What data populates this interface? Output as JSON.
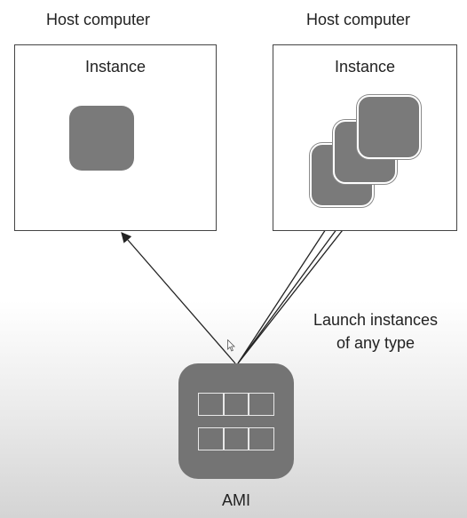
{
  "hosts": [
    {
      "title": "Host computer",
      "instance_label": "Instance"
    },
    {
      "title": "Host computer",
      "instance_label": "Instance"
    }
  ],
  "launch_text": {
    "line1": "Launch instances",
    "line2": "of any type"
  },
  "ami": {
    "label": "AMI"
  },
  "colors": {
    "tile": "#7a7a7a",
    "ami": "#747474",
    "line": "#222222"
  }
}
